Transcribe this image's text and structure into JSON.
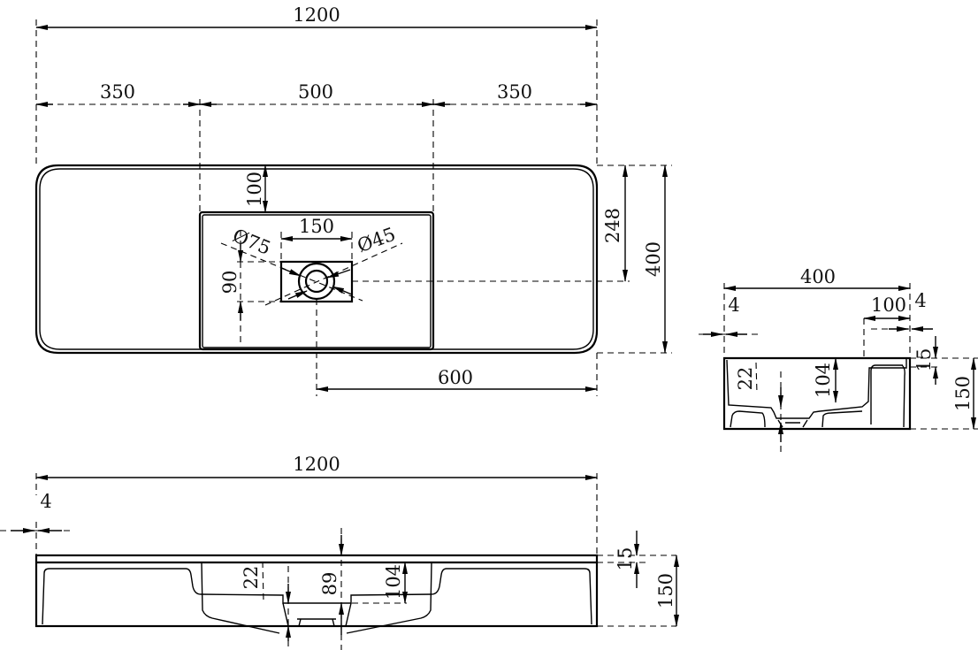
{
  "drawing": {
    "top_view": {
      "overall_length": "1200",
      "left_offset": "350",
      "basin_width": "500",
      "right_offset": "350",
      "back_to_basin": "100",
      "back_to_tap": "248",
      "depth": "400",
      "tap_to_edge": "600",
      "tap_plate_width": "150",
      "tap_plate_depth": "90",
      "drain_diameter": "Ø75",
      "tap_hole_diameter": "Ø45"
    },
    "side_view": {
      "depth": "400",
      "left_wall": "4",
      "back_ledge": "100",
      "right_wall": "4",
      "top_thickness": "15",
      "height": "150",
      "drain_step": "22",
      "basin_depth": "104"
    },
    "front_view": {
      "overall_length": "1200",
      "wall": "4",
      "top_thickness": "15",
      "height": "150",
      "drain_step": "22",
      "drain_depth": "89",
      "basin_depth": "104"
    }
  }
}
